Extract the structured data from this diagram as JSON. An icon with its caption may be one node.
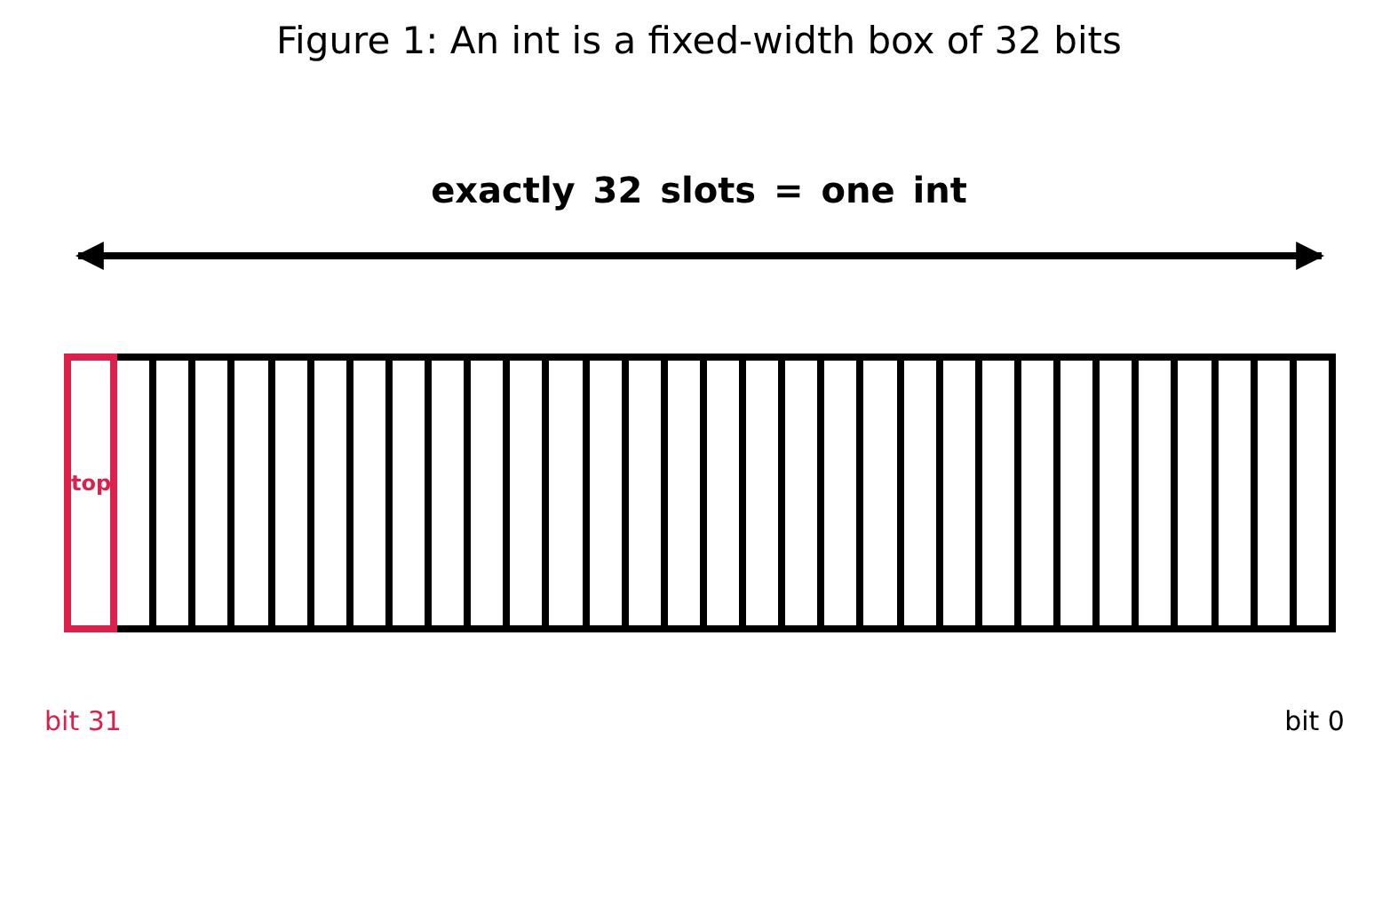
{
  "diagram": {
    "title": "Figure 1: An int is a fixed-width box of 32 bits",
    "nodes": [
      {
        "text": [
          "top"
        ],
        "beside": [
          "bit 31"
        ]
      },
      {
        "text": [],
        "shape": "box"
      },
      {
        "text": [],
        "shape": "box"
      },
      {
        "text": [],
        "shape": "box"
      },
      {
        "text": [],
        "shape": "box"
      },
      {
        "text": [],
        "shape": "box"
      },
      {
        "text": [],
        "shape": "box"
      },
      {
        "text": [],
        "shape": "box"
      },
      {
        "text": [],
        "shape": "box"
      },
      {
        "text": [],
        "shape": "box"
      },
      {
        "text": [],
        "shape": "box"
      },
      {
        "text": [],
        "shape": "box"
      },
      {
        "text": [],
        "shape": "box"
      },
      {
        "text": [],
        "shape": "box"
      },
      {
        "text": [],
        "shape": "box"
      },
      {
        "text": [],
        "shape": "box"
      },
      {
        "text": [],
        "shape": "box"
      },
      {
        "text": [],
        "shape": "box"
      },
      {
        "text": [],
        "shape": "box"
      },
      {
        "text": [],
        "shape": "box"
      },
      {
        "text": [],
        "shape": "box"
      },
      {
        "text": [],
        "shape": "box"
      },
      {
        "text": [],
        "shape": "box"
      },
      {
        "text": [],
        "shape": "box"
      },
      {
        "text": [],
        "shape": "box"
      },
      {
        "text": [],
        "shape": "box"
      },
      {
        "text": [],
        "shape": "box"
      },
      {
        "text": [],
        "shape": "box"
      },
      {
        "text": [],
        "shape": "box"
      },
      {
        "text": [],
        "shape": "box"
      },
      {
        "text": [],
        "shape": "box"
      },
      {
        "text": [],
        "shape": "box",
        "beside": [
          "bit 0"
        ]
      }
    ],
    "labels": [
      "exactly 32 slots = one int"
    ]
  }
}
